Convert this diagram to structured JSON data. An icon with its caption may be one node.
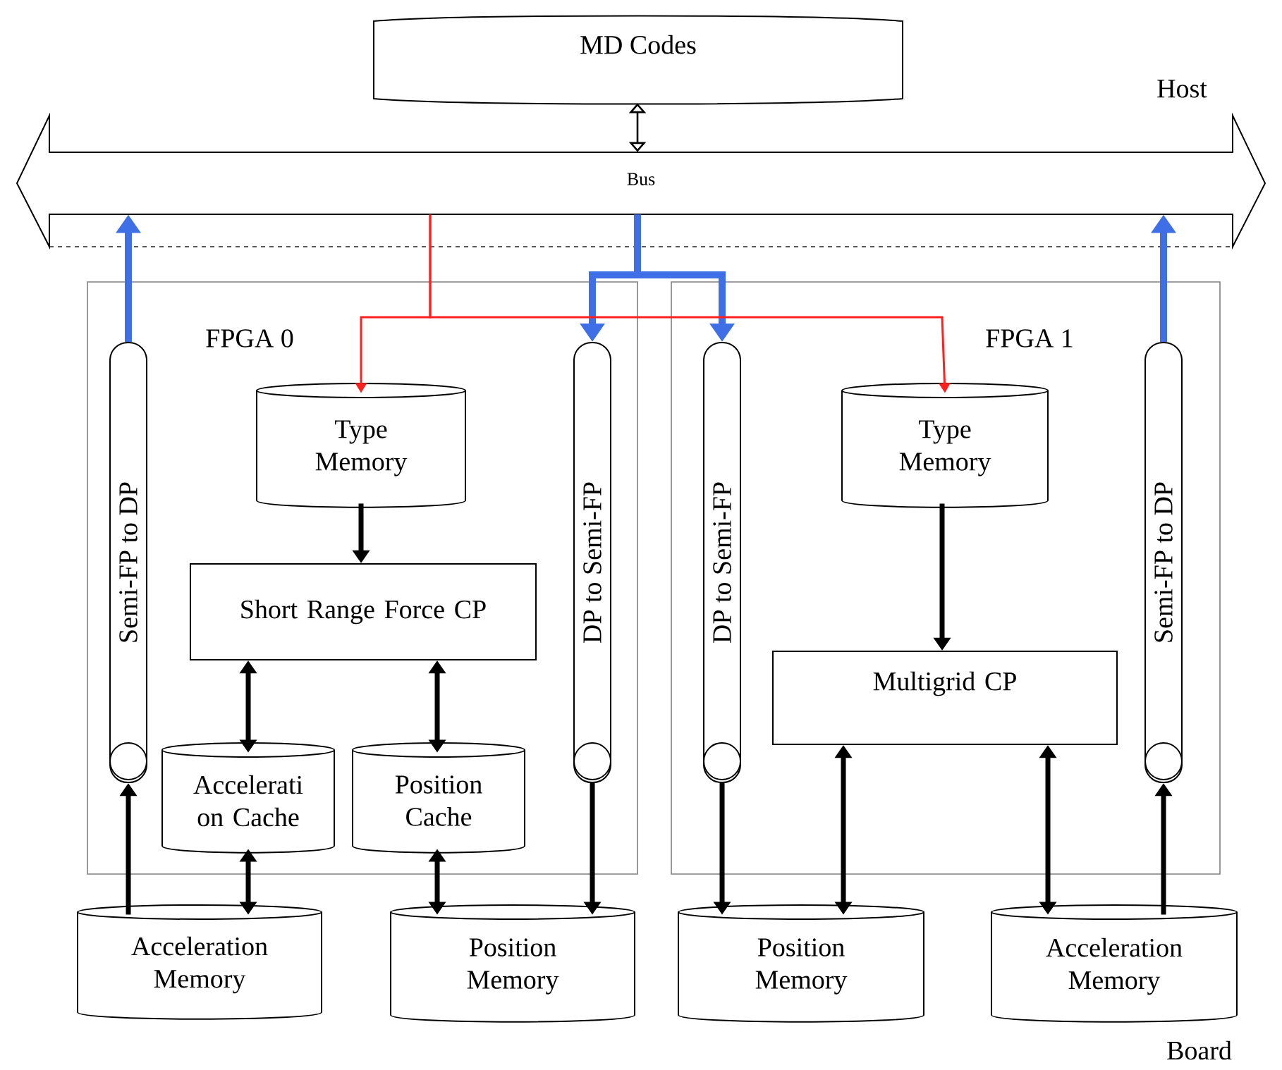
{
  "diagram": {
    "nodes": [
      {
        "text": [
          "MD Codes"
        ]
      },
      {
        "text": [
          "Bus"
        ]
      },
      {
        "text": [
          "FPGA 0"
        ]
      },
      {
        "text": [
          "Semi-FP to DP"
        ],
        "in": 2
      },
      {
        "text": [
          "Type Memory"
        ],
        "in": 2
      },
      {
        "text": [
          "Short Range Force CP"
        ],
        "in": 2
      },
      {
        "text": [
          "Accelerati on Cache"
        ],
        "in": 2
      },
      {
        "text": [
          "Position Cache"
        ],
        "in": 2
      },
      {
        "text": [
          "DP to Semi-FP"
        ],
        "in": 2
      },
      {
        "text": [
          "FPGA 1"
        ]
      },
      {
        "text": [
          "DP to Semi-FP"
        ],
        "in": 9
      },
      {
        "text": [
          "Type Memory"
        ],
        "in": 9
      },
      {
        "text": [
          "Multigrid CP"
        ],
        "in": 9
      },
      {
        "text": [
          "Semi-FP to DP"
        ],
        "in": 9
      },
      {
        "text": [
          "Acceleration Memory"
        ]
      },
      {
        "text": [
          "Position Memory"
        ]
      },
      {
        "text": [
          "Position Memory"
        ]
      },
      {
        "text": [
          "Acceleration Memory"
        ]
      }
    ],
    "edges": [
      {
        "from": 0,
        "to": 1,
        "arrow": "both"
      },
      {
        "from": 3,
        "to": 1,
        "arrow": "to",
        "color": "#3f6fe6"
      },
      {
        "from": 13,
        "to": 1,
        "arrow": "to",
        "color": "#3f6fe6"
      },
      {
        "from": 1,
        "to": 8,
        "arrow": "to",
        "color": "#3f6fe6"
      },
      {
        "from": 1,
        "to": 10,
        "arrow": "to",
        "color": "#3f6fe6"
      },
      {
        "from": 1,
        "to": 4,
        "arrow": "to",
        "color": "#ff2020"
      },
      {
        "from": 1,
        "to": 11,
        "arrow": "to",
        "color": "#ff2020"
      },
      {
        "from": 4,
        "to": 5,
        "arrow": "to"
      },
      {
        "from": 5,
        "to": 6,
        "arrow": "both"
      },
      {
        "from": 5,
        "to": 7,
        "arrow": "both"
      },
      {
        "from": 6,
        "to": 14,
        "arrow": "both"
      },
      {
        "from": 7,
        "to": 15,
        "arrow": "both"
      },
      {
        "from": 14,
        "to": 3,
        "arrow": "to"
      },
      {
        "from": 8,
        "to": 15,
        "arrow": "to"
      },
      {
        "from": 10,
        "to": 16,
        "arrow": "to"
      },
      {
        "from": 11,
        "to": 12,
        "arrow": "to"
      },
      {
        "from": 12,
        "to": 16,
        "arrow": "both"
      },
      {
        "from": 12,
        "to": 17,
        "arrow": "both"
      },
      {
        "from": 17,
        "to": 13,
        "arrow": "to"
      }
    ],
    "labels": [
      "Host",
      "Board"
    ]
  }
}
